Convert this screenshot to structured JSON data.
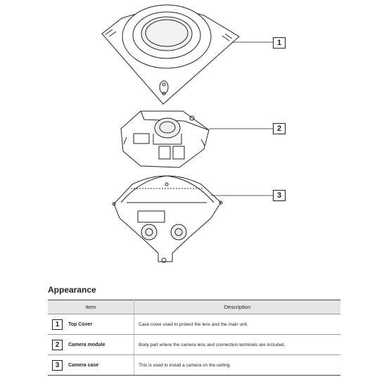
{
  "callouts": [
    "1",
    "2",
    "3"
  ],
  "appearance": {
    "title": "Appearance",
    "columns": {
      "item": "Item",
      "description": "Description"
    },
    "rows": [
      {
        "number": "1",
        "item": "Top Cover",
        "description": "Case cover used to protect the lens and the main unit."
      },
      {
        "number": "2",
        "item": "Camera module",
        "description": "Body part where the camera lens and connection terminals are included."
      },
      {
        "number": "3",
        "item": "Camera case",
        "description": "This is used to install a camera on the ceiling."
      }
    ]
  },
  "colors": {
    "line": "#222222",
    "header_bg": "#e6e6e6",
    "rule": "#999999"
  }
}
